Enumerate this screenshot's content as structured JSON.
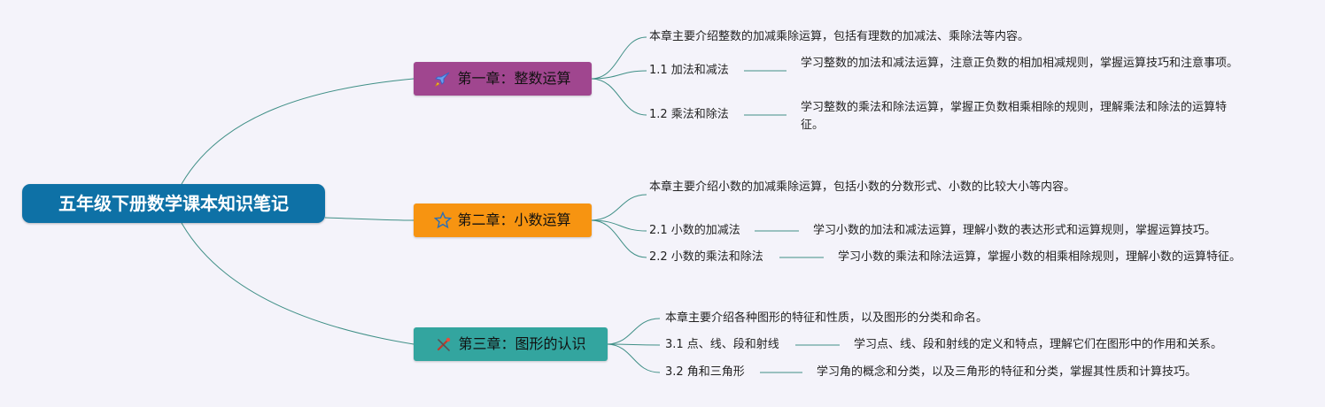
{
  "root": {
    "title": "五年级下册数学课本知识笔记",
    "color": "#0e71a6"
  },
  "chapters": [
    {
      "title": "第一章：整数运算",
      "color": "#a0468f",
      "icon": "rocket-icon",
      "summary": "本章主要介绍整数的加减乘除运算，包括有理数的加减法、乘除法等内容。",
      "sections": [
        {
          "title": "1.1 加法和减法",
          "desc": "学习整数的加法和减法运算，注意正负数的相加相减规则，掌握运算技巧和注意事项。"
        },
        {
          "title": "1.2 乘法和除法",
          "desc": "学习整数的乘法和除法运算，掌握正负数相乘相除的规则，理解乘法和除法的运算特征。"
        }
      ]
    },
    {
      "title": "第二章：小数运算",
      "color": "#f79411",
      "icon": "star-icon",
      "summary": "本章主要介绍小数的加减乘除运算，包括小数的分数形式、小数的比较大小等内容。",
      "sections": [
        {
          "title": "2.1 小数的加减法",
          "desc": "学习小数的加法和减法运算，理解小数的表达形式和运算规则，掌握运算技巧。"
        },
        {
          "title": "2.2 小数的乘法和除法",
          "desc": "学习小数的乘法和除法运算，掌握小数的相乘相除规则，理解小数的运算特征。"
        }
      ]
    },
    {
      "title": "第三章：图形的认识",
      "color": "#33a59f",
      "icon": "tools-icon",
      "summary": "本章主要介绍各种图形的特征和性质，以及图形的分类和命名。",
      "sections": [
        {
          "title": "3.1 点、线、段和射线",
          "desc": "学习点、线、段和射线的定义和特点，理解它们在图形中的作用和关系。"
        },
        {
          "title": "3.2 角和三角形",
          "desc": "学习角的概念和分类，以及三角形的特征和分类，掌握其性质和计算技巧。"
        }
      ]
    }
  ]
}
